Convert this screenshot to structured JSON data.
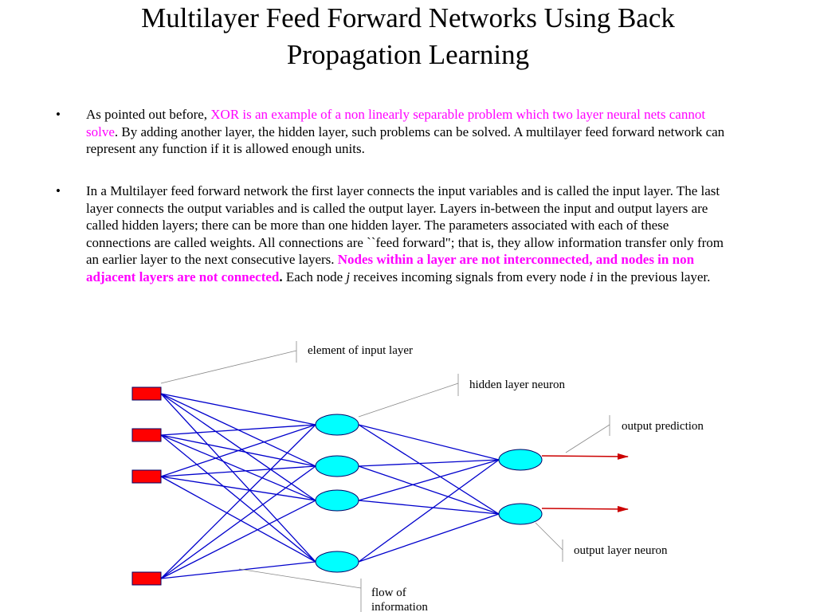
{
  "slide": {
    "title_line1": "Multilayer Feed Forward Networks Using Back",
    "title_line2": "Propagation Learning"
  },
  "bullets": {
    "marker": "•",
    "b1": {
      "t1": "As pointed out before, ",
      "t2": "XOR is an example of a non linearly separable problem which two layer neural nets cannot solve",
      "t3": ". By adding another layer, the hidden layer, such problems can be solved. A multilayer feed forward network can represent any function if it is allowed enough units."
    },
    "b2": {
      "t1": " In a Multilayer feed forward network the first layer connects the input variables and is called the input layer. The last layer connects the output variables and is called the output layer. Layers in-between the input and output layers are called hidden layers; there can be more than one hidden layer. The parameters associated with each of these connections are called weights. All connections are ``feed forward\"; that is, they allow information transfer only from an earlier layer to the next consecutive layers. ",
      "t2": "Nodes within a layer are not interconnected, and nodes in non adjacent layers are not connected",
      "t3": ".",
      "t4": " Each node ",
      "t5": "j",
      "t6": " receives incoming signals from every node ",
      "t7": "i",
      "t8": " in the previous layer."
    }
  },
  "diagram": {
    "labels": {
      "input": "element of input layer",
      "hidden": "hidden layer neuron",
      "output_prediction": "output prediction",
      "output_neuron": "output layer neuron",
      "flow_line1": "flow of",
      "flow_line2": "information"
    },
    "colors": {
      "input_fill": "#ff0000",
      "neuron_fill": "#00ffff",
      "edge": "#0000cc",
      "output_arrow": "#cc0000",
      "pointer": "#888888"
    }
  }
}
